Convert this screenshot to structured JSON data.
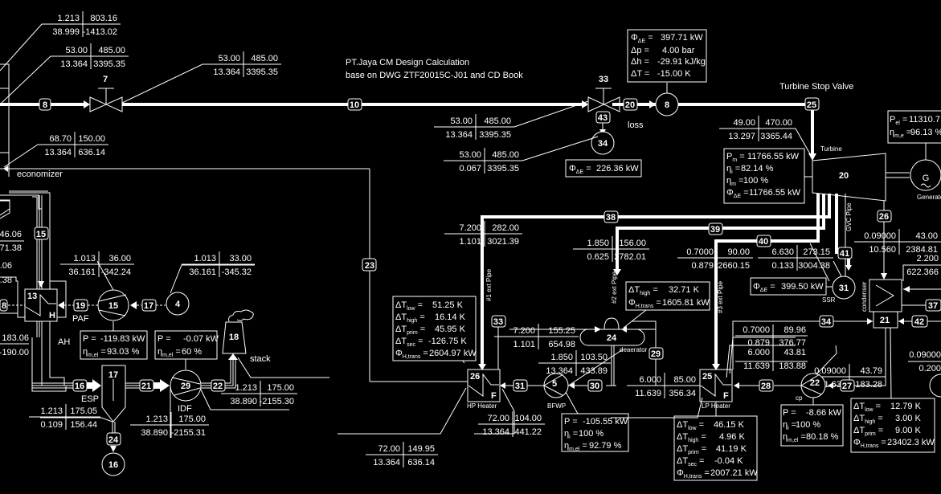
{
  "title": {
    "line1": "PT.Jaya CM Design Calculation",
    "line2": "base on DWG ZTF20015C-J01 and CD Book"
  },
  "labels": {
    "economizer": "economizer",
    "turbine_stop_valve": "Turbine Stop Valve",
    "turbine": "Turbine",
    "generator": "Generator",
    "loss": "loss",
    "paf": "PAF",
    "ah": "AH",
    "esp": "ESP",
    "idf": "IDF",
    "stack": "stack",
    "hp_heater": "HP Heater",
    "lp_heater": "LP Heater",
    "bfwp": "BFWP",
    "deaerator": "deaerator",
    "ssr": "SSR",
    "cp": "cp",
    "condenser": "condenser",
    "gvc_pipe": "GVC Pipe",
    "ext1": "#1 ext Pipe",
    "ext2": "#2 ext Pipe",
    "ext3": "#3 ext Pipe"
  },
  "components": {
    "c7": "7",
    "c33": "33",
    "c8": "8",
    "c34": "34",
    "c20": "20",
    "c13": "13",
    "c15": "15",
    "c4": "4",
    "c17": "17",
    "c18": "18",
    "c29": "29",
    "c16": "16",
    "c26": "26",
    "c24": "24",
    "c5": "5",
    "c25": "25",
    "c22": "22",
    "c21": "21",
    "c31": "31",
    "h": "H",
    "f": "F",
    "g": "G"
  },
  "streams": {
    "s8": "8",
    "s10": "10",
    "s20": "20",
    "s43": "43",
    "s25": "25",
    "s15": "15",
    "s19": "19",
    "s17": "17",
    "s16": "16",
    "s21": "21",
    "s22": "22",
    "s24": "24",
    "s23": "23",
    "s38": "38",
    "s39": "39",
    "s40": "40",
    "s41": "41",
    "s26": "26",
    "s33": "33",
    "s29": "29",
    "s31": "31",
    "s30": "30",
    "s34": "34",
    "s28": "28",
    "s27": "27",
    "s42": "42",
    "s37": "37",
    "s8b": "8"
  },
  "value_tables": {
    "t_top1": [
      "1.213",
      "803.16",
      "38.999",
      "-1413.02"
    ],
    "t_top2": [
      "53.00",
      "485.00",
      "13.364",
      "3395.35"
    ],
    "t_valve7": [
      "53.00",
      "485.00",
      "13.364",
      "3395.35"
    ],
    "t_eco": [
      "68.70",
      "150.00",
      "13.364",
      "636.14"
    ],
    "t_v33a": [
      "53.00",
      "485.00",
      "13.364",
      "3395.35"
    ],
    "t_v33b": [
      "53.00",
      "485.00",
      "0.067",
      "3395.35"
    ],
    "t_turb_in": [
      "49.00",
      "470.00",
      "13.297",
      "3365.44"
    ],
    "t_ah_left1": [
      "46.06",
      "71.38"
    ],
    "t_ah_left2": [
      ".06",
      ".38"
    ],
    "t_ah_left3": [
      "183.06",
      "-190.00"
    ],
    "t_paf": [
      "1.013",
      "36.00",
      "36.161",
      "-342.24"
    ],
    "t_s4": [
      "1.013",
      "33.00",
      "36.161",
      "-345.32"
    ],
    "t_esp": [
      "1.213",
      "175.05",
      "0.109",
      "156.44"
    ],
    "t_idf": [
      "1.213",
      "175.00",
      "38.890",
      "-2155.31"
    ],
    "t_stack": [
      "1.213",
      "175.00",
      "38.890",
      "-2155.30"
    ],
    "t_ext1": [
      "7.200",
      "282.00",
      "1.101",
      "3021.39"
    ],
    "t_ext2": [
      "1.850",
      "156.00",
      "0.625",
      "2782.01"
    ],
    "t_ext3": [
      "0.7000",
      "90.00",
      "0.879",
      "2660.15"
    ],
    "t_ssr": [
      "6.630",
      "273.15",
      "0.133",
      "3004.38"
    ],
    "t_gvc": [
      "0.09000",
      "43.00",
      "10.560",
      "2384.81"
    ],
    "t_cond_right": [
      "2.200",
      "622.366"
    ],
    "t_hp_drain": [
      "7.200",
      "155.25",
      "1.101",
      "654.98"
    ],
    "t_bfwp_in": [
      "1.850",
      "103.50",
      "13.364",
      "433.89"
    ],
    "t_hp_out": [
      "72.00",
      "149.95",
      "13.364",
      "636.14"
    ],
    "t_hp_in": [
      "72.00",
      "104.00",
      "13.364",
      "441.22"
    ],
    "t_lp_a": [
      "0.7000",
      "89.96",
      "0.879",
      "376.77"
    ],
    "t_lp_b": [
      "6.000",
      "43.81",
      "11.639",
      "183.88"
    ],
    "t_lp_out": [
      "6.000",
      "85.00",
      "11.639",
      "356.34"
    ],
    "t_cp": [
      "0.09000",
      "43.79",
      "11.639",
      "183.28"
    ],
    "t_right_edge": [
      "0.09000",
      "0.200"
    ]
  },
  "info_boxes": {
    "valve8": [
      "Φ",
      "ΔE",
      "= 397.71 kW",
      "Δp =",
      "4.00 bar",
      "Δh =",
      "-29.91 kJ/kg",
      "ΔT =",
      "-15.00 K"
    ],
    "loss34": "226.36 kW",
    "turbine": {
      "pm": "11766.55 kW",
      "eta_i": "82.14 %",
      "eta_m": "100 %",
      "phi": "11766.55 kW"
    },
    "generator": {
      "pel": "11310.7",
      "eta": "96.13 %"
    },
    "paf": {
      "p": "-119.83 kW",
      "eta": "93.03 %"
    },
    "idf": {
      "p": "-0.07 kW",
      "eta": "60 %"
    },
    "hp_heater": {
      "dt_low": "51.25 K",
      "dt_high": "16.14 K",
      "dt_prim": "45.95 K",
      "dt_sec": "-126.75 K",
      "phi": "2604.97 kW"
    },
    "deaerator": {
      "dt_high": "32.71 K",
      "phi": "1605.81 kW"
    },
    "ssr": "399.50 kW",
    "bfwp": {
      "p": "-105.55 kW",
      "eta_i": "100 %",
      "eta_m": "92.79 %"
    },
    "lp_heater": {
      "dt_low": "46.15 K",
      "dt_high": "4.96 K",
      "dt_prim": "41.19 K",
      "dt_sec": "-0.04 K",
      "phi": "2007.21 kW"
    },
    "cp": {
      "p": "-8.66 kW",
      "eta_i": "100 %",
      "eta_m": "80.18 %"
    },
    "condenser": {
      "dt_low": "12.79 K",
      "dt_high": "3.00 K",
      "dt_prim": "9.00 K",
      "phi": "23402.3 kW"
    }
  }
}
